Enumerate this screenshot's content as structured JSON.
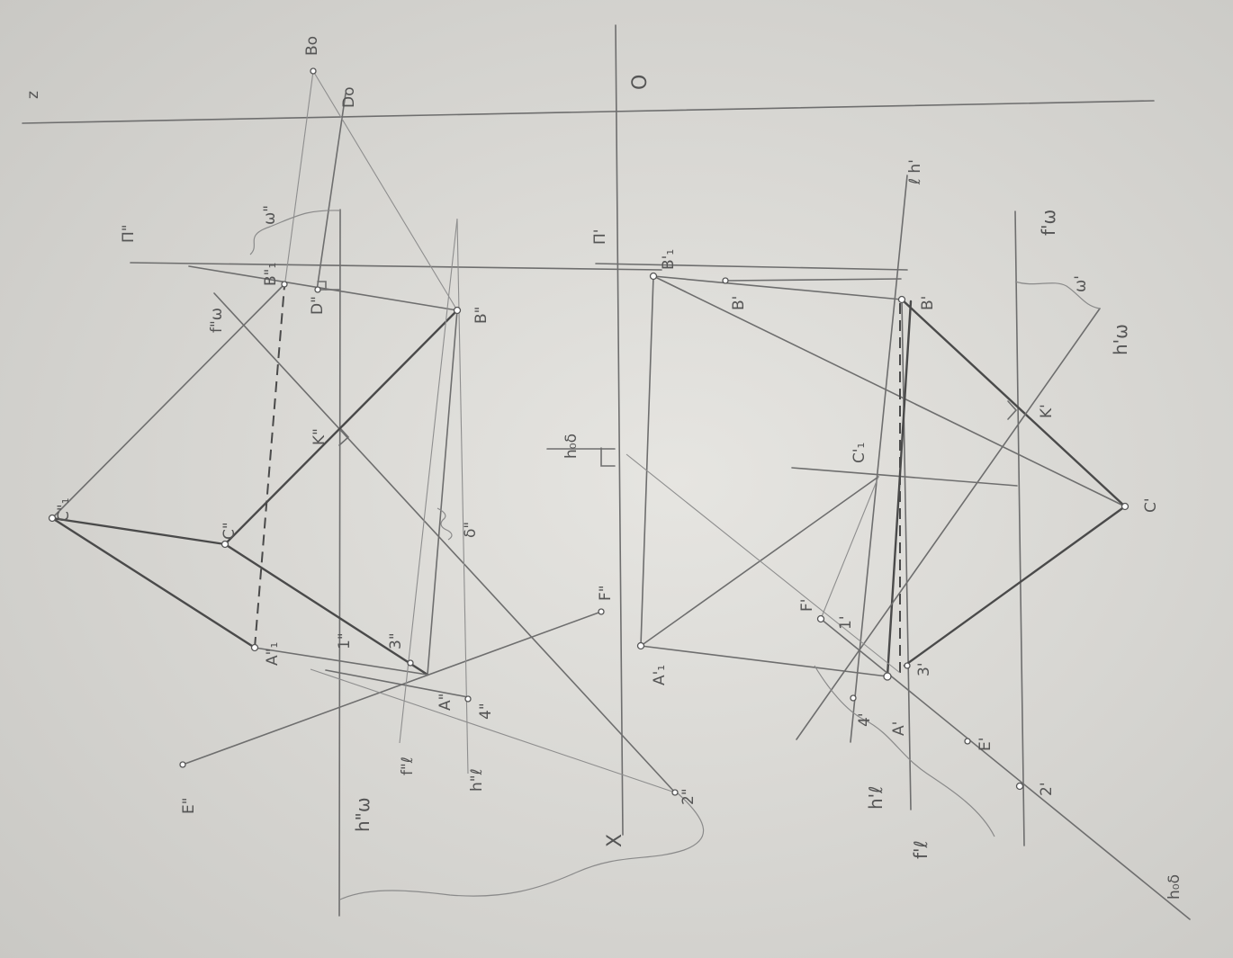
{
  "labels": {
    "Bo": "Bo",
    "Do": "Do",
    "z": "z",
    "O": "O",
    "omega2": "ω\"",
    "Pi2": "Π\"",
    "B2": "B\"",
    "B1_2": "B\"₁",
    "D2": "D\"",
    "fw2": "f\"ω",
    "K2": "K\"",
    "C1_2": "C\"₁",
    "C2": "C\"",
    "A1_2": "A\"₁",
    "one2": "1\"",
    "three2": "3\"",
    "A2": "A\"",
    "four2": "4\"",
    "delta2": "δ\"",
    "F2": "F\"",
    "E2": "E\"",
    "fa2": "f\"ℓ",
    "ha2": "h\"ℓ",
    "hw2": "h\"ω",
    "two2": "2\"",
    "X": "X",
    "h0d": "h₀δ",
    "Pi1": "Π'",
    "B1_1": "B'₁",
    "B1": "B'",
    "B1b": "B'",
    "ha_top": "ℓ h'",
    "fw1": "f'ω",
    "omega1": "ω'",
    "hw1": "h'ω",
    "K1": "K'",
    "C1_1": "C'₁",
    "C1": "C'",
    "F1": "F'",
    "one1": "1'",
    "A1_1": "A'₁",
    "three1": "3'",
    "A1": "A'",
    "four1": "4'",
    "E1": "E'",
    "two1": "2'",
    "ha1": "h'ℓ",
    "fa1": "f'ℓ",
    "hod": "h₀δ"
  }
}
